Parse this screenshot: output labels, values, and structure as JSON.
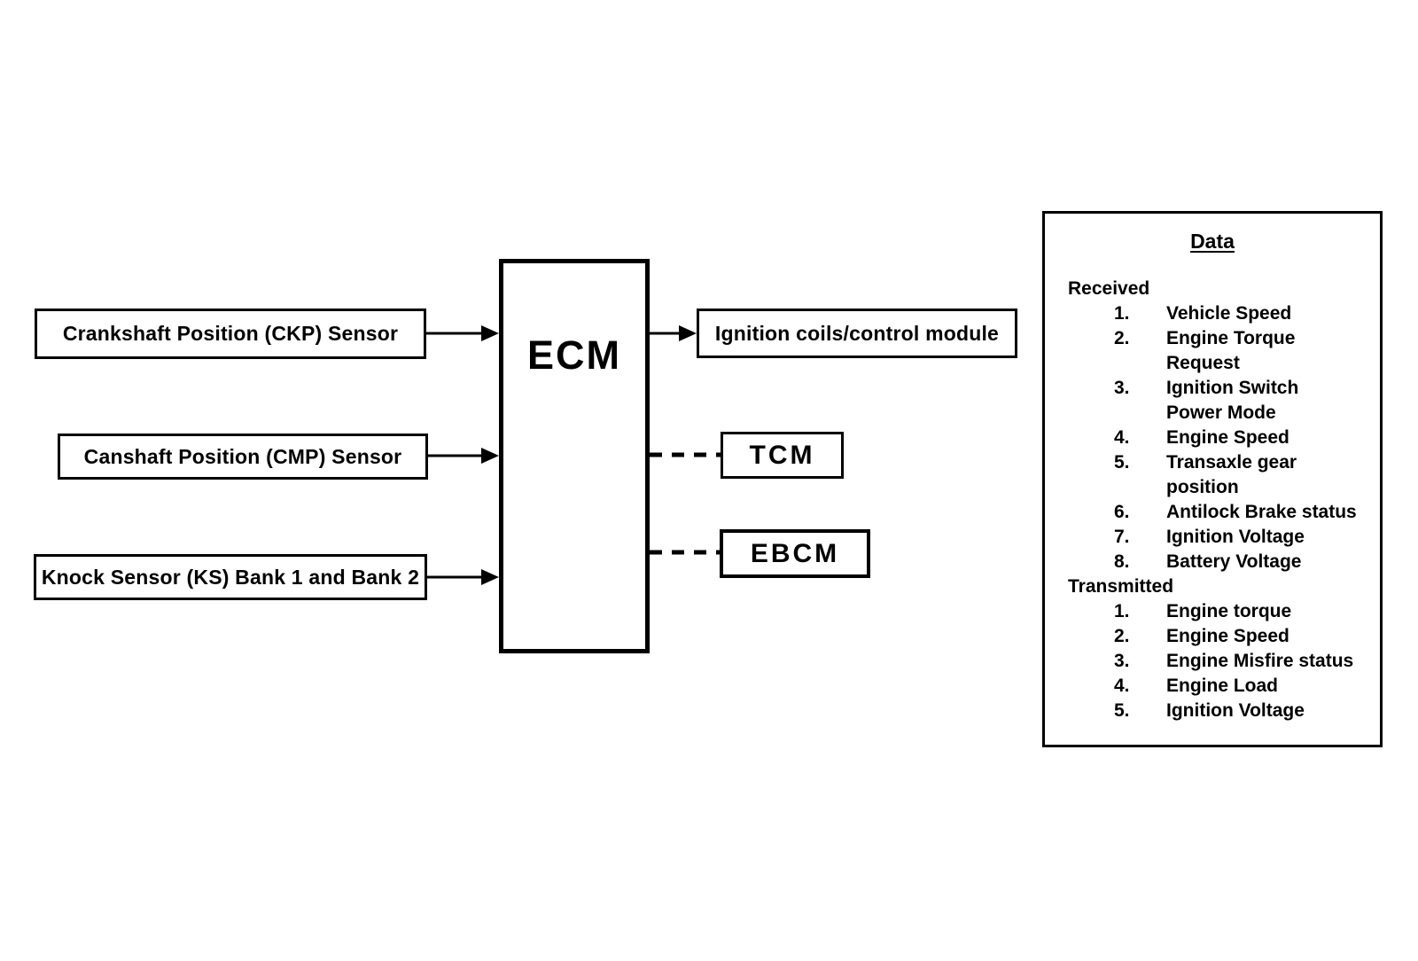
{
  "diagram": {
    "inputs": [
      {
        "label": "Crankshaft Position (CKP) Sensor"
      },
      {
        "label": "Canshaft Position (CMP) Sensor"
      },
      {
        "label": "Knock Sensor (KS) Bank 1 and Bank 2"
      }
    ],
    "ecm": {
      "label": "ECM"
    },
    "outputs": [
      {
        "label": "Ignition coils/control module",
        "link_style": "solid-arrow"
      },
      {
        "label": "TCM",
        "link_style": "dashed"
      },
      {
        "label": "EBCM",
        "link_style": "dashed"
      }
    ],
    "data_box": {
      "title": "Data",
      "received_header": "Received",
      "received": [
        {
          "num": "1.",
          "text": "Vehicle Speed"
        },
        {
          "num": "2.",
          "text": "Engine Torque\nRequest"
        },
        {
          "num": "3.",
          "text": "Ignition Switch\nPower Mode"
        },
        {
          "num": "4.",
          "text": "Engine Speed"
        },
        {
          "num": "5.",
          "text": "Transaxle gear\nposition"
        },
        {
          "num": "6.",
          "text": "Antilock Brake status"
        },
        {
          "num": "7.",
          "text": "Ignition Voltage"
        },
        {
          "num": "8.",
          "text": "Battery Voltage"
        }
      ],
      "transmitted_header": "Transmitted",
      "transmitted": [
        {
          "num": "1.",
          "text": "Engine torque"
        },
        {
          "num": "2.",
          "text": "Engine Speed"
        },
        {
          "num": "3.",
          "text": "Engine Misfire status"
        },
        {
          "num": "4.",
          "text": "Engine Load"
        },
        {
          "num": "5.",
          "text": "Ignition Voltage"
        }
      ]
    },
    "colors": {
      "line": "#000000",
      "background": "#ffffff"
    }
  }
}
